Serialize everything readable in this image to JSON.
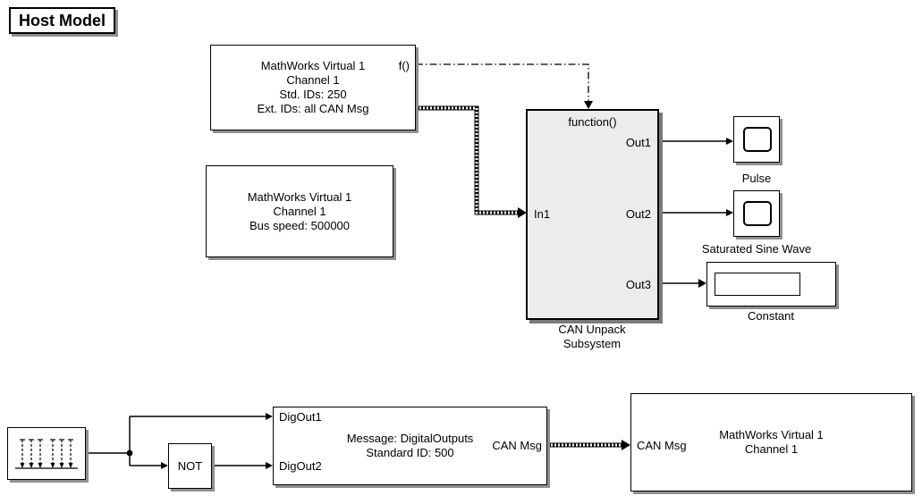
{
  "title": "Host Model",
  "blocks": {
    "can_receive": {
      "line1": "MathWorks Virtual 1",
      "line2": "Channel 1",
      "line3": "Std. IDs: 250",
      "line4": "Ext. IDs: all CAN Msg",
      "trigger_port": "f()"
    },
    "can_config": {
      "line1": "MathWorks Virtual 1",
      "line2": "Channel 1",
      "line3": "Bus speed: 500000"
    },
    "subsystem": {
      "header": "function()",
      "in1": "In1",
      "out1": "Out1",
      "out2": "Out2",
      "out3": "Out3",
      "caption_line1": "CAN Unpack",
      "caption_line2": "Subsystem"
    },
    "pulse_scope": {
      "caption": "Pulse"
    },
    "saturated_scope": {
      "caption": "Saturated Sine Wave"
    },
    "constant": {
      "caption": "Constant"
    },
    "not_gate": {
      "label": "NOT"
    },
    "can_pack": {
      "in1": "DigOut1",
      "in2": "DigOut2",
      "line1": "Message: DigitalOutputs",
      "line2": "Standard ID: 500",
      "out": "CAN Msg"
    },
    "can_transmit": {
      "in": "CAN Msg",
      "line1": "MathWorks Virtual 1",
      "line2": "Channel 1"
    }
  },
  "colors": {
    "background": "#ffffff",
    "block_fill": "#ffffff",
    "subsystem_fill": "#ececec",
    "border": "#000000",
    "shadow": "#8f8f8f",
    "line": "#000000"
  }
}
